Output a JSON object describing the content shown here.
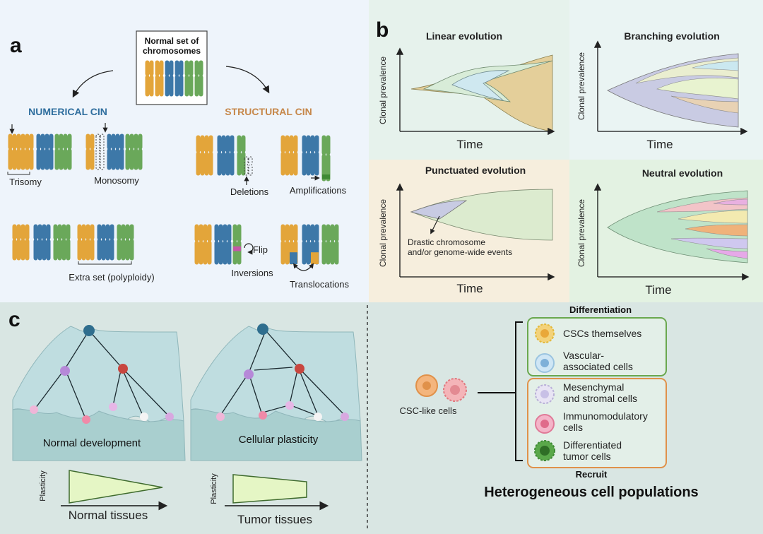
{
  "colors": {
    "panel_a_bg": "#eef4fb",
    "linear_bg": "#e6f2ec",
    "branching_bg": "#eaf4f3",
    "punctuated_bg": "#f6eedd",
    "neutral_bg": "#e3f2e2",
    "panel_c_bg": "#d9e6e3",
    "chrom_orange": "#e3a53a",
    "chrom_blue": "#3d78a8",
    "chrom_green": "#6aa85a",
    "numerical_blue": "#2f6e9e",
    "structural_orange": "#c6874a"
  },
  "panel_a": {
    "label": "a",
    "normal_title": "Normal set of\nchromosomes",
    "numerical_title": "NUMERICAL CIN",
    "structural_title": "STRUCTURAL CIN",
    "trisomy": "Trisomy",
    "monosomy": "Monosomy",
    "extra_set": "Extra set (polyploidy)",
    "deletions": "Deletions",
    "amplifications": "Amplifications",
    "flip": "Flip",
    "inversions": "Inversions",
    "translocations": "Translocations"
  },
  "panel_b": {
    "label": "b",
    "linear": {
      "title": "Linear evolution",
      "ylabel": "Clonal prevalence",
      "xlabel": "Time"
    },
    "branching": {
      "title": "Branching evolution",
      "ylabel": "Clonal prevalence",
      "xlabel": "Time"
    },
    "punctuated": {
      "title": "Punctuated evolution",
      "ylabel": "Clonal prevalence",
      "xlabel": "Time",
      "annotation": "Drastic chromosome\nand/or genome-wide events"
    },
    "neutral": {
      "title": "Neutral evolution",
      "ylabel": "Clonal prevalence",
      "xlabel": "Time"
    }
  },
  "panel_c": {
    "label": "c",
    "normal_dev": "Normal development",
    "cellular_plasticity": "Cellular plasticity",
    "plasticity1": "Plasticity",
    "normal_tissues": "Normal tissues",
    "plasticity2": "Plasticity",
    "tumor_tissues": "Tumor tissues",
    "differentiation": "Differentiation",
    "recruit": "Recruit",
    "csc_like": "CSC-like cells",
    "csc_themselves": "CSCs themselves",
    "vascular": "Vascular-\nassociated cells",
    "mesenchymal": "Mesenchymal\nand stromal cells",
    "immuno": "Immunomodulatory\ncells",
    "differentiated": "Differentiated\ntumor cells",
    "heterogeneous": "Heterogeneous cell populations"
  }
}
